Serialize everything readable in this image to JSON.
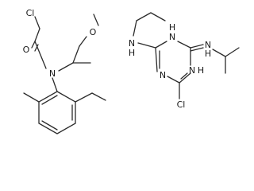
{
  "molecules": [
    {
      "labels": {
        "cl": "Cl",
        "o_carbonyl": "O",
        "n_amide": "N",
        "o_ether": "O"
      }
    },
    {
      "labels": {
        "n_ethyl": "N",
        "h_ethyl": "H",
        "n_iso": "N",
        "h_iso": "H",
        "n_ring1": "N",
        "h_ring1": "H",
        "n_ring2": "N",
        "n_ring3": "N",
        "h_ring3": "H",
        "cl": "Cl"
      }
    }
  ]
}
